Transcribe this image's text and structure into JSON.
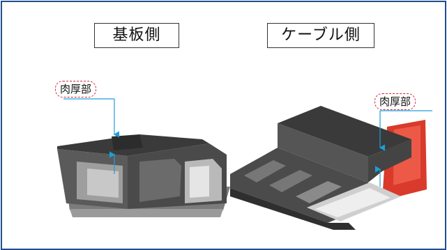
{
  "headings": {
    "board_side": "基板側",
    "cable_side": "ケーブル側"
  },
  "callouts": {
    "left": "肉厚部",
    "right": "肉厚部"
  },
  "colors": {
    "frame_border": "#1f4e8c",
    "callout_border": "#d21f3c",
    "arrow": "#1a9fd8",
    "cable_red": "#d93a2b"
  }
}
